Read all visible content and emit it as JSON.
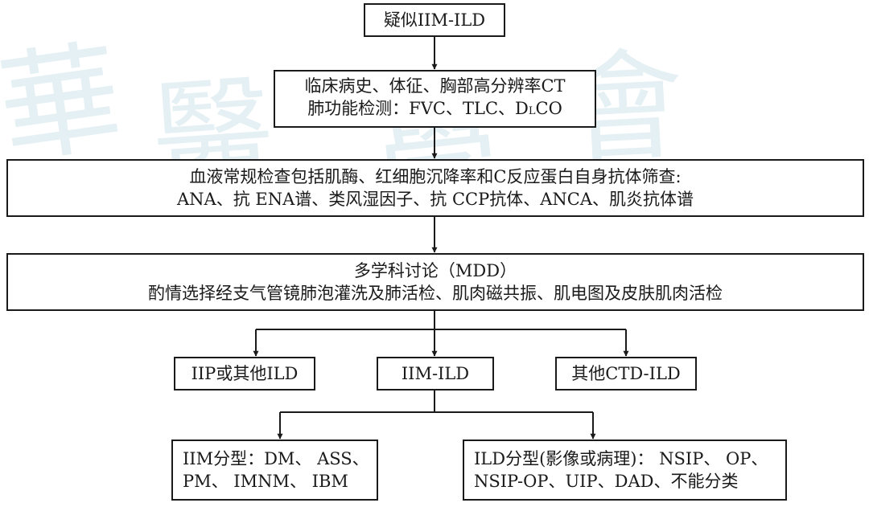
{
  "watermark": {
    "chars": [
      "華",
      "醫",
      "學",
      "會"
    ],
    "color": "#cfe4ea"
  },
  "colors": {
    "line": "#1a1a1a",
    "background": "#ffffff"
  },
  "flow": {
    "suspect": "疑似IIM-ILD",
    "clinical": {
      "line1": "临床病史、体征、胸部高分辨率CT",
      "line2_prefix": "肺功能检测：FVC、TLC、D",
      "line2_sub": "L",
      "line2_suffix": "CO"
    },
    "blood": {
      "line1": "血液常规检查包括肌酶、红细胞沉降率和C反应蛋白自身抗体筛查:",
      "line2": "ANA、抗 ENA谱、类风湿因子、抗 CCP抗体、ANCA、肌炎抗体谱"
    },
    "mdd": {
      "line1": "多学科讨论（MDD）",
      "line2": "酌情选择经支气管镜肺泡灌洗及肺活检、肌肉磁共振、肌电图及皮肤肌肉活检"
    },
    "branches": {
      "iip": "IIP或其他ILD",
      "iim": "IIM-ILD",
      "ctd": "其他CTD-ILD"
    },
    "iim_types": {
      "line1": "IIM分型：DM、 ASS、",
      "line2": "PM、 IMNM、 IBM"
    },
    "ild_types": {
      "line1": "ILD分型(影像或病理)： NSIP、 OP、",
      "line2": "NSIP-OP、UIP、DAD、不能分类"
    }
  }
}
